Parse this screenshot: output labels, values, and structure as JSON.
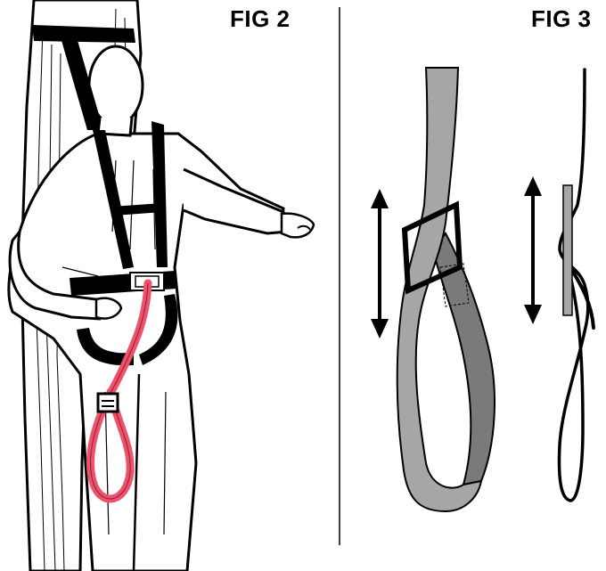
{
  "figures": {
    "fig2": {
      "label": "FIG 2",
      "subject": "person-in-harness-against-tree",
      "tether_color": "#f0506a"
    },
    "fig3": {
      "label": "FIG 3",
      "subject": "strap-adjustment-detail",
      "strap_color": "#a6a6a6",
      "strap_shade_color": "#7a7a7a"
    }
  },
  "colors": {
    "ink": "#000000",
    "paper": "#ffffff",
    "divider": "#000000"
  },
  "icons": [
    "double-arrow-icon",
    "double-arrow-icon"
  ]
}
